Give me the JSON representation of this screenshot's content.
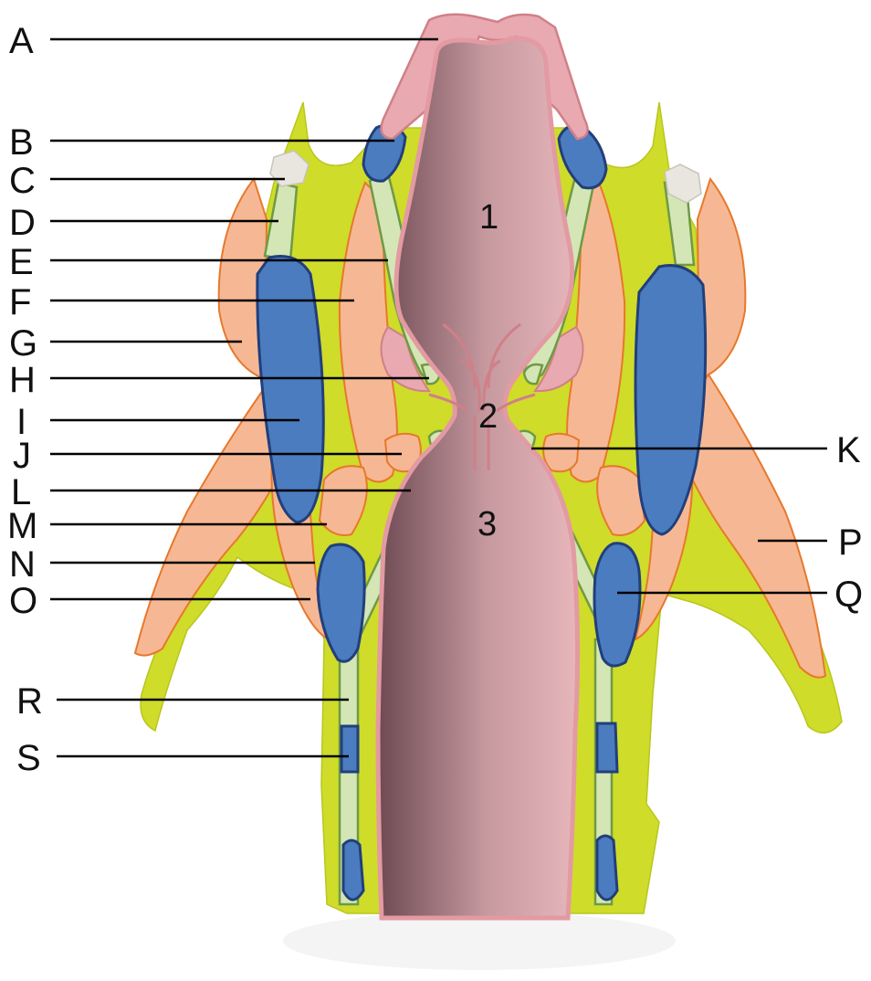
{
  "colors": {
    "background": "#ffffff",
    "tissue": "#cfdc2a",
    "muscle": "#f6b894",
    "muscle_edge": "#e8782a",
    "cartilage": "#4b7cc0",
    "cartilage_edge": "#223f7a",
    "ligament": "#d4e6b5",
    "ligament_edge": "#6f9a45",
    "mucosa": "#e8a9b0",
    "mucosa_edge": "#d08088",
    "lumen_dark": "#6e4a53",
    "lumen_light": "#e6b6bb",
    "bone": "#e8e6de"
  },
  "diagram": {
    "labels_left": [
      "A",
      "B",
      "C",
      "D",
      "E",
      "F",
      "G",
      "H",
      "I",
      "J",
      "L",
      "M",
      "N",
      "O",
      "R",
      "S"
    ],
    "labels_right": [
      "K",
      "P",
      "Q"
    ],
    "region_numbers": [
      "1",
      "2",
      "3"
    ]
  }
}
